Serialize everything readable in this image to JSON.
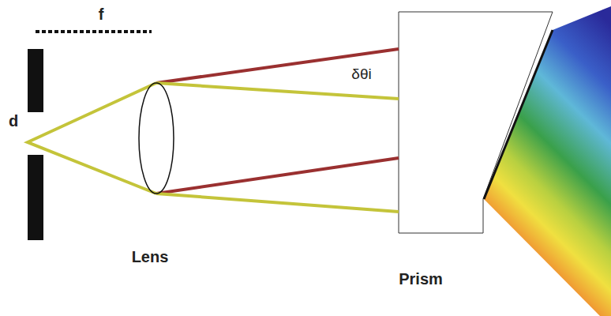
{
  "diagram": {
    "labels": [
      "f",
      "d",
      "δθi",
      "Lens",
      "Prism"
    ]
  }
}
